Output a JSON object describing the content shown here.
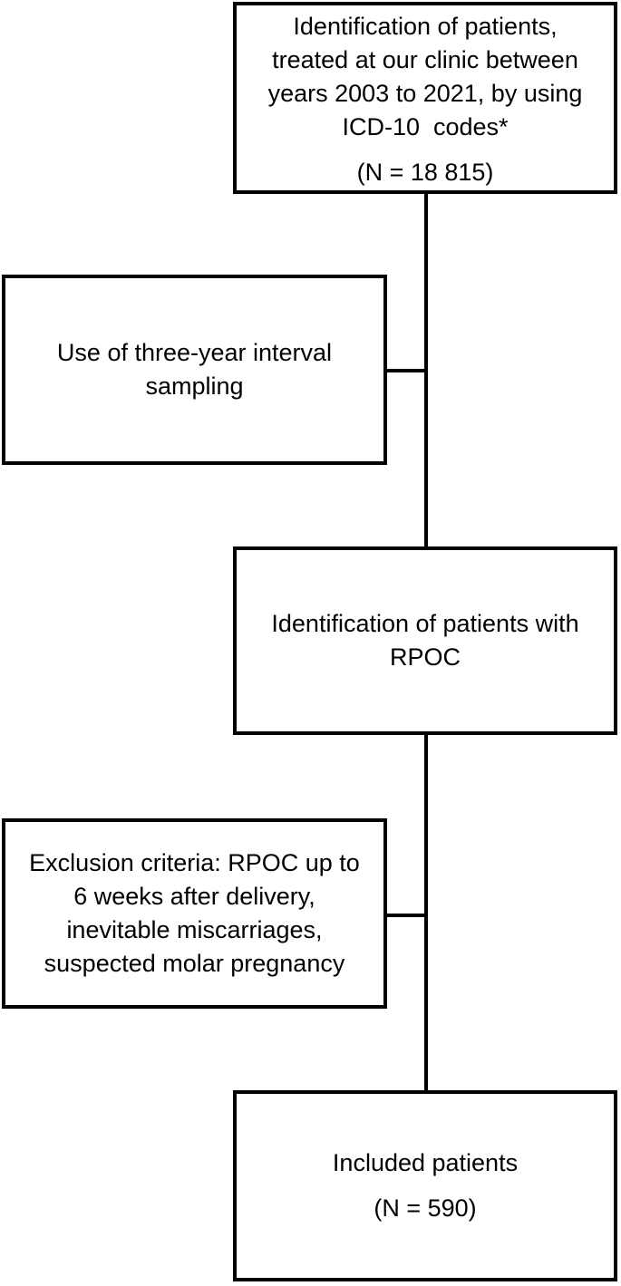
{
  "flowchart": {
    "boxes": {
      "identification": {
        "lines": [
          "Identification of patients,",
          "treated at our clinic between",
          "years 2003 to 2021, by using",
          "ICD-10  codes*"
        ],
        "count": "(N = 18 815)"
      },
      "sampling": {
        "lines": [
          "Use of three-year interval",
          "sampling"
        ]
      },
      "rpoc": {
        "lines": [
          "Identification of patients with",
          "RPOC"
        ]
      },
      "exclusion": {
        "lines": [
          "Exclusion criteria: RPOC up to",
          "6 weeks after delivery,",
          "inevitable miscarriages,",
          "suspected molar pregnancy"
        ]
      },
      "included": {
        "lines": [
          "Included patients"
        ],
        "count": "(N = 590)"
      }
    },
    "colors": {
      "line": "#000000",
      "background": "#ffffff",
      "text": "#000000"
    }
  }
}
